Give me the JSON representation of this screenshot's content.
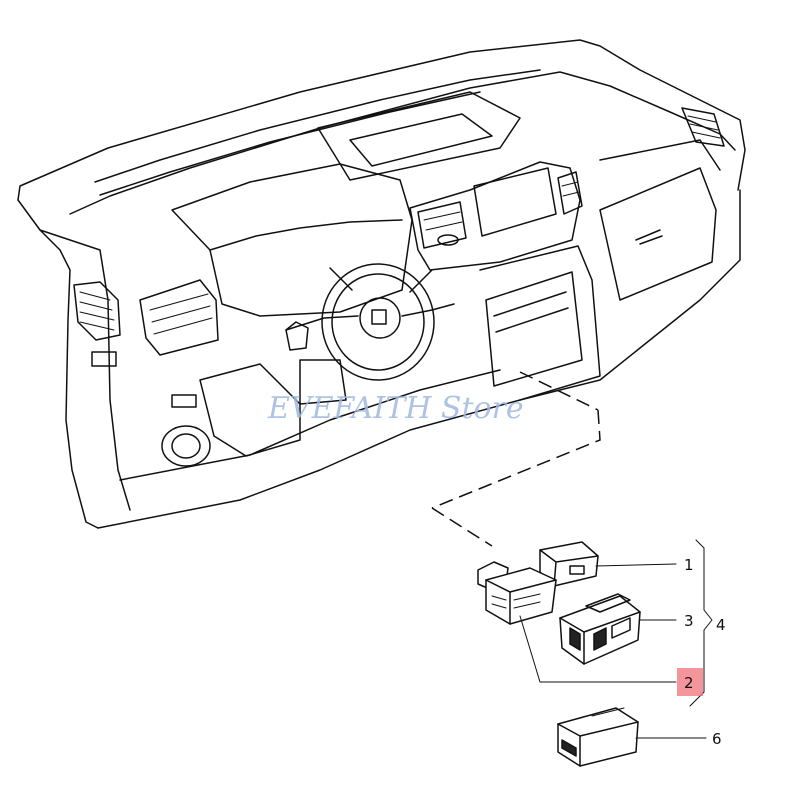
{
  "watermark": "EVEFAITH Store",
  "callouts": {
    "c1": "1",
    "c2": "2",
    "c3": "3",
    "c4": "4",
    "c6": "6"
  },
  "colors": {
    "highlight": "#f0707a",
    "line": "#111111",
    "watermark": "#9fb8e0"
  }
}
